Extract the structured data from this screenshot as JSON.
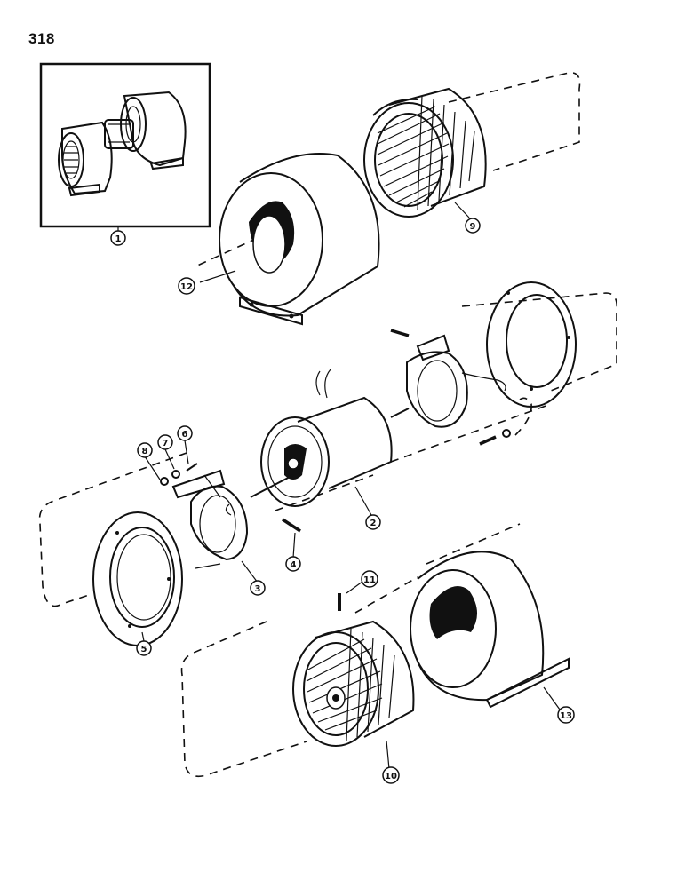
{
  "page_number": "318",
  "callouts": {
    "c1": "1",
    "c2": "2",
    "c3": "3",
    "c4": "4",
    "c5": "5",
    "c6": "6",
    "c7": "7",
    "c8": "8",
    "c9": "9",
    "c10": "10",
    "c11": "11",
    "c12": "12",
    "c13": "13"
  }
}
